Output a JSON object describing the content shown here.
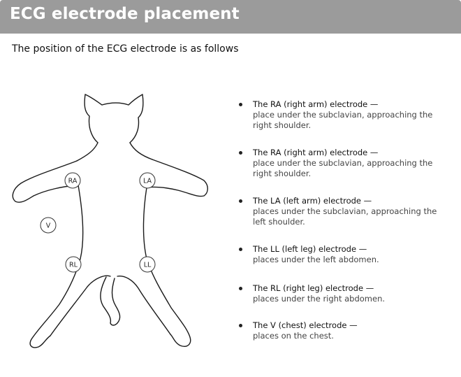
{
  "header": {
    "title": "ECG electrode placement"
  },
  "subtitle": "The position of the ECG electrode is as follows",
  "diagram": {
    "markers": [
      "RA",
      "LA",
      "V",
      "RL",
      "LL"
    ]
  },
  "electrodes": [
    {
      "title": "The RA (right arm) electrode —",
      "desc1": "place under the subclavian, approaching the",
      "desc2": "right shoulder."
    },
    {
      "title": "The RA (right arm) electrode —",
      "desc1": "place under the subclavian, approaching the",
      "desc2": "right shoulder."
    },
    {
      "title": "The LA (left arm) electrode —",
      "desc1": "places under the subclavian, approaching the",
      "desc2": "left shoulder."
    },
    {
      "title": "The LL (left leg) electrode —",
      "desc1": "places under the left abdomen.",
      "desc2": ""
    },
    {
      "title": "The RL (right leg) electrode —",
      "desc1": "places under the right abdomen.",
      "desc2": ""
    },
    {
      "title": "The V (chest) electrode —",
      "desc1": "places on the chest.",
      "desc2": ""
    }
  ],
  "colors": {
    "header_bg": "#9b9b9b",
    "header_text": "#ffffff"
  }
}
